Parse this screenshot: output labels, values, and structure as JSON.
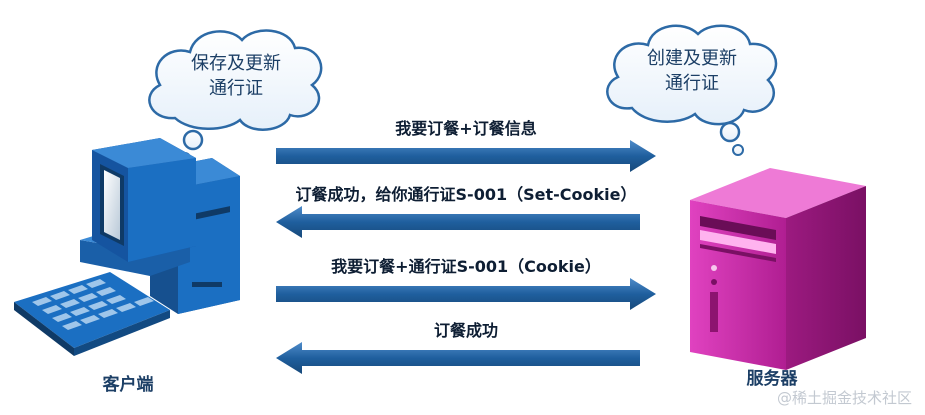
{
  "client": {
    "label": "客户端",
    "thought_line1": "保存及更新",
    "thought_line2": "通行证"
  },
  "server": {
    "label": "服务器",
    "thought_line1": "创建及更新",
    "thought_line2": "通行证"
  },
  "messages": [
    {
      "text": "我要订餐+订餐信息",
      "direction": "to-server"
    },
    {
      "text": "订餐成功，给你通行证S-001（Set-Cookie）",
      "direction": "to-client"
    },
    {
      "text": "我要订餐+通行证S-001（Cookie）",
      "direction": "to-server"
    },
    {
      "text": "订餐成功",
      "direction": "to-client"
    }
  ],
  "watermark": "@稀土掘金技术社区",
  "colors": {
    "arrow": "#1f5f9e",
    "server": "#cc2aa8",
    "computer": "#1b6fc2"
  }
}
